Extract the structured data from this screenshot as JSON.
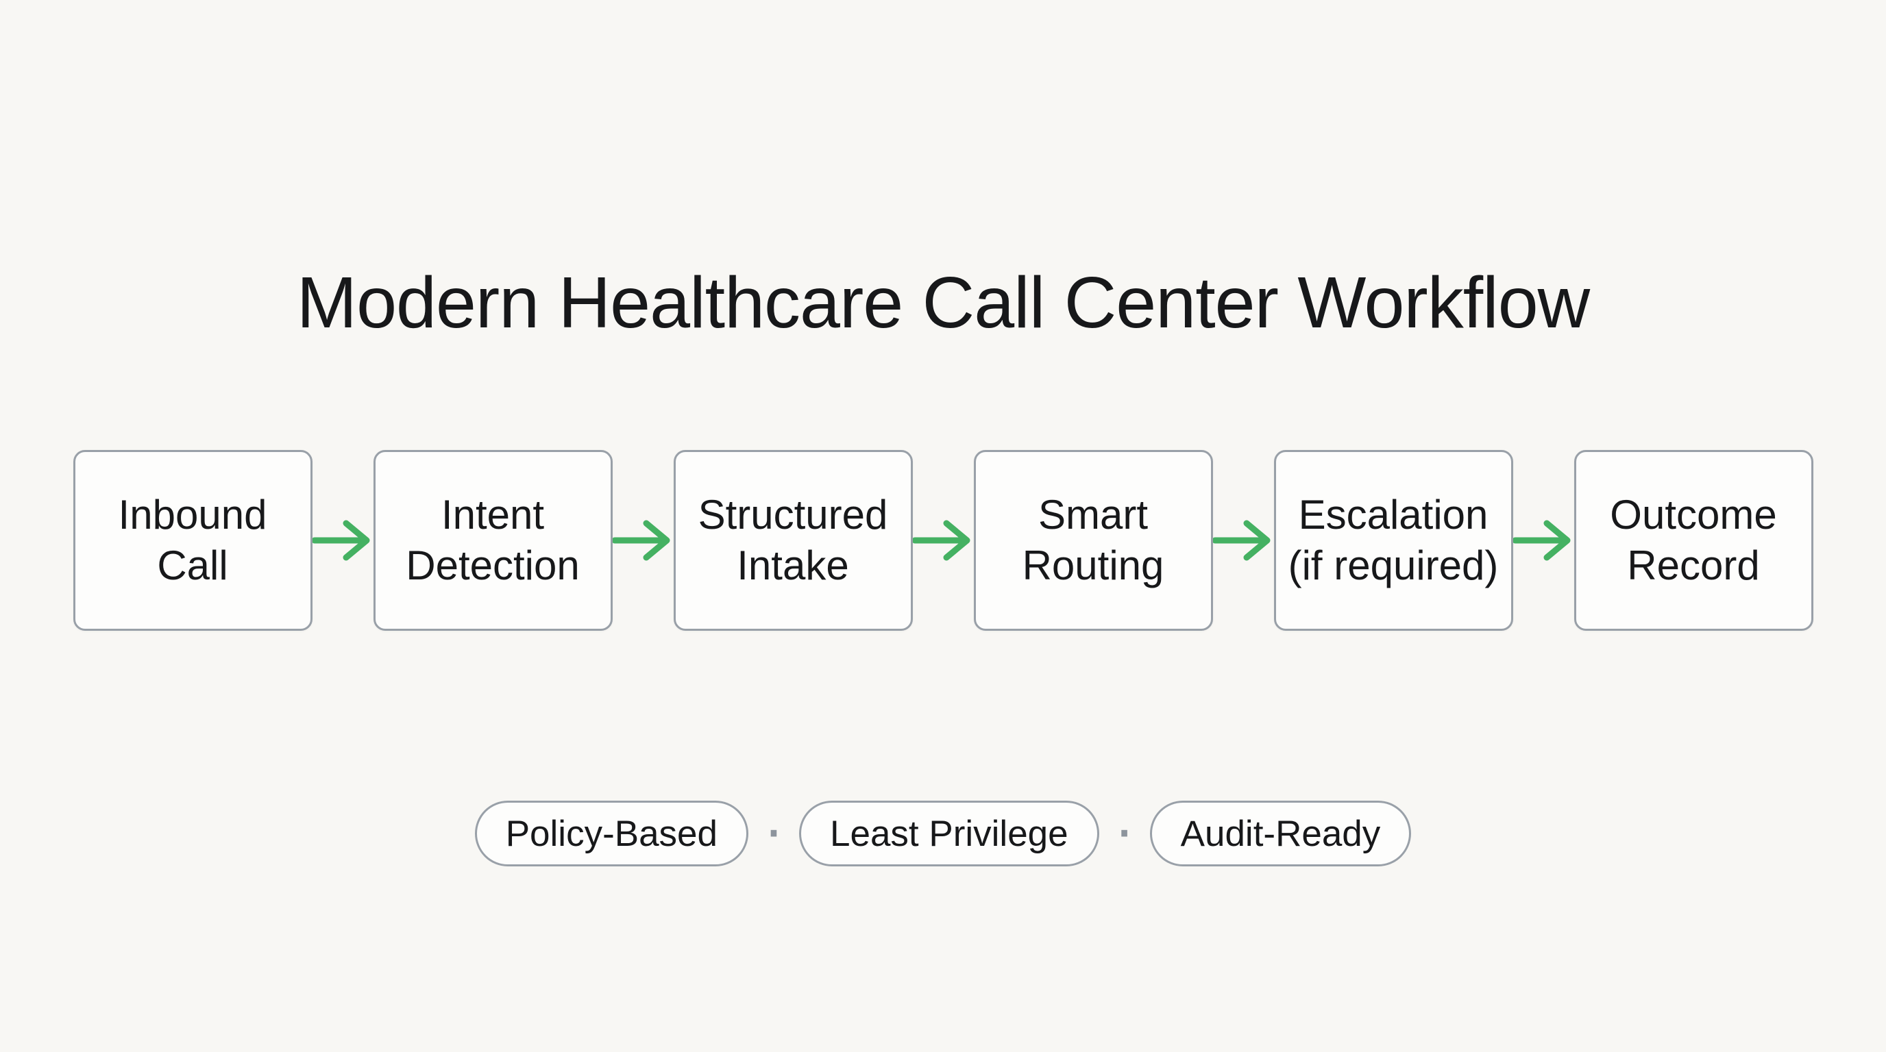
{
  "title": "Modern Healthcare Call Center Workflow",
  "flow": {
    "steps": [
      {
        "label": "Inbound\nCall"
      },
      {
        "label": "Intent\nDetection"
      },
      {
        "label": "Structured\nIntake"
      },
      {
        "label": "Smart\nRouting"
      },
      {
        "label": "Escalation\n(if required)"
      },
      {
        "label": "Outcome\nRecord"
      }
    ],
    "connector_icon": "arrow-right-icon"
  },
  "badges": {
    "items": [
      {
        "label": "Policy-Based"
      },
      {
        "label": "Least Privilege"
      },
      {
        "label": "Audit-Ready"
      }
    ],
    "separator": "·"
  },
  "colors": {
    "background": "#f8f7f4",
    "box_fill": "#fdfdfc",
    "border_gray": "#99a0a8",
    "arrow_green": "#45b162",
    "text": "#17181a"
  }
}
